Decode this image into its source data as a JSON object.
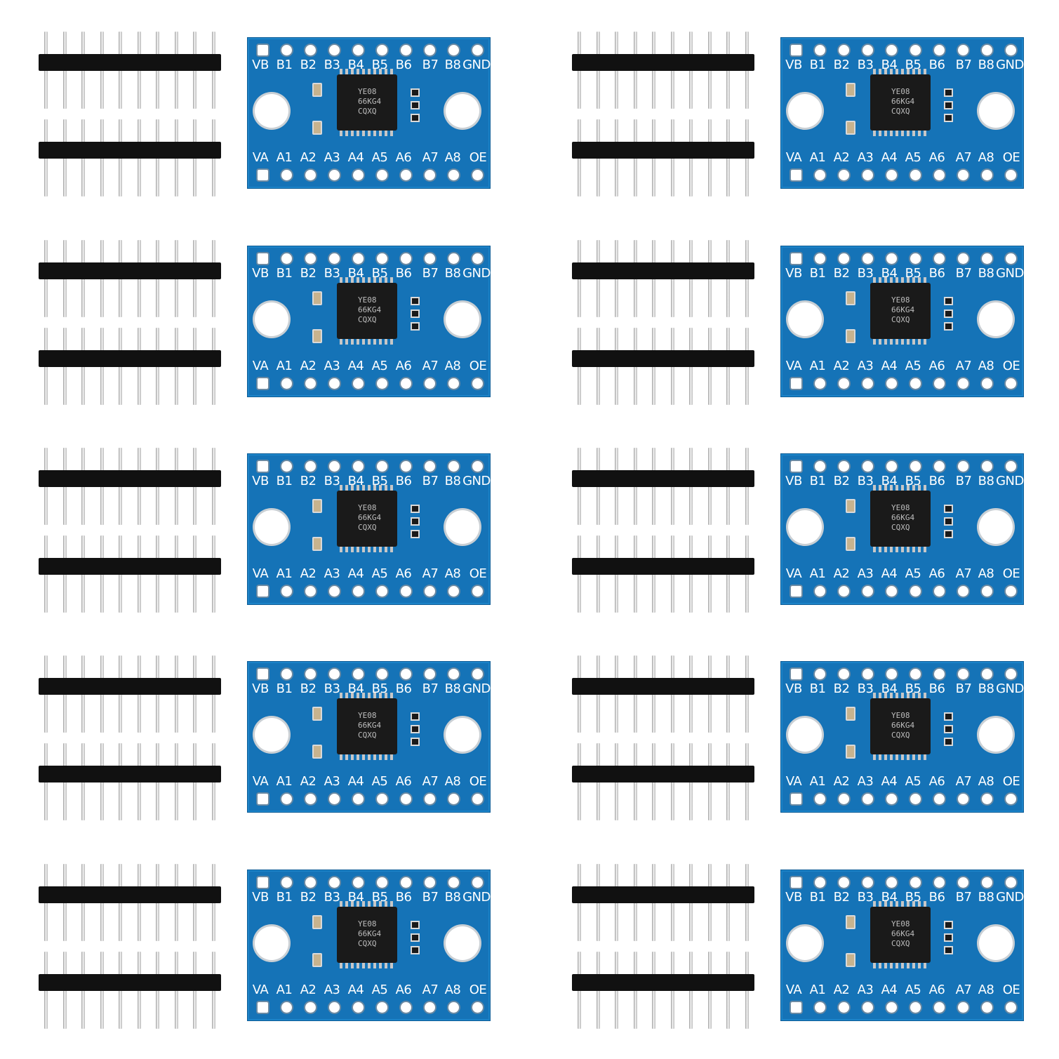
{
  "product": {
    "chip_marking_lines": [
      "YE08",
      "66KG4",
      "CQXQ"
    ],
    "top_labels": [
      "VB",
      "B1",
      "B2",
      "B3",
      "B4",
      "B5",
      "B6",
      "B7",
      "B8",
      "GND"
    ],
    "bottom_labels": [
      "VA",
      "A1",
      "A2",
      "A3",
      "A4",
      "A5",
      "A6",
      "A7",
      "A8",
      "OE"
    ],
    "board_count": 10,
    "header_pins_per_strip": 10,
    "header_strips_per_board": 2
  },
  "colors": {
    "board": "#1573b7",
    "pads": "#ffffff",
    "chip": "#1a1a1a",
    "header_plastic": "#111111",
    "header_pins": "#c0c0c0",
    "background": "#ffffff"
  }
}
